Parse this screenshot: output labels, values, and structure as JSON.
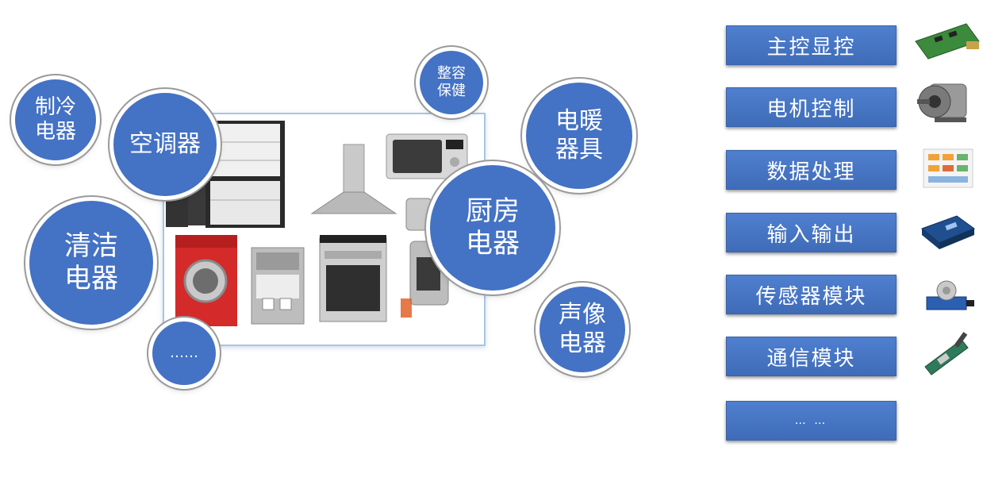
{
  "categories": [
    {
      "id": "refrigeration",
      "label": "制冷\n电器"
    },
    {
      "id": "air-conditioner",
      "label": "空调器"
    },
    {
      "id": "beauty-health",
      "label": "整容\n保健"
    },
    {
      "id": "electric-heating",
      "label": "电暖\n器具"
    },
    {
      "id": "kitchen",
      "label": "厨房\n电器"
    },
    {
      "id": "cleaning",
      "label": "清洁\n电器"
    },
    {
      "id": "audio-video",
      "label": "声像\n电器"
    },
    {
      "id": "more",
      "label": "……"
    }
  ],
  "modules": [
    {
      "id": "main-display-control",
      "label": "主控显控",
      "icon": "pcb-board-icon"
    },
    {
      "id": "motor-control",
      "label": "电机控制",
      "icon": "motor-icon"
    },
    {
      "id": "data-processing",
      "label": "数据处理",
      "icon": "block-diagram-icon"
    },
    {
      "id": "io",
      "label": "输入输出",
      "icon": "io-device-icon"
    },
    {
      "id": "sensor-module",
      "label": "传感器模块",
      "icon": "sensor-icon"
    },
    {
      "id": "comm-module",
      "label": "通信模块",
      "icon": "wireless-module-icon"
    },
    {
      "id": "more",
      "label": "… …",
      "icon": ""
    }
  ],
  "colors": {
    "circle": "#4472c4",
    "module": "#4472c4",
    "frame": "#a9c4e6"
  }
}
